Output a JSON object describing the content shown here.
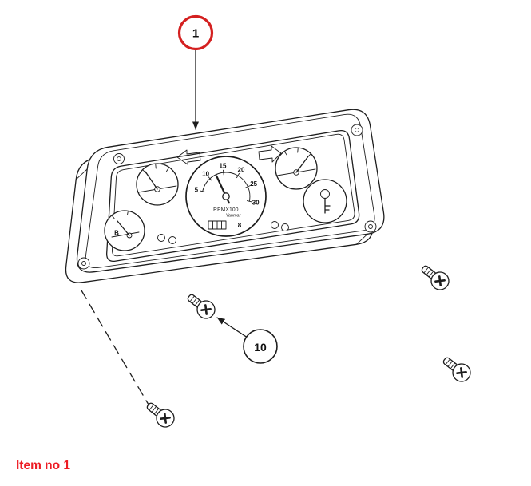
{
  "callouts": {
    "item_1": "1",
    "item_10": "10"
  },
  "caption": "Item no 1",
  "tachometer": {
    "scale": [
      "5",
      "10",
      "15",
      "20",
      "25",
      "30"
    ],
    "unit": "RPMX100",
    "brand": "Yanmar",
    "hour_digit": "8"
  },
  "gauges": {
    "fuel_label": "B"
  },
  "colors": {
    "callout_red": "#d42020",
    "caption_red": "#ed1c24",
    "line_black": "#1d1d1d"
  }
}
